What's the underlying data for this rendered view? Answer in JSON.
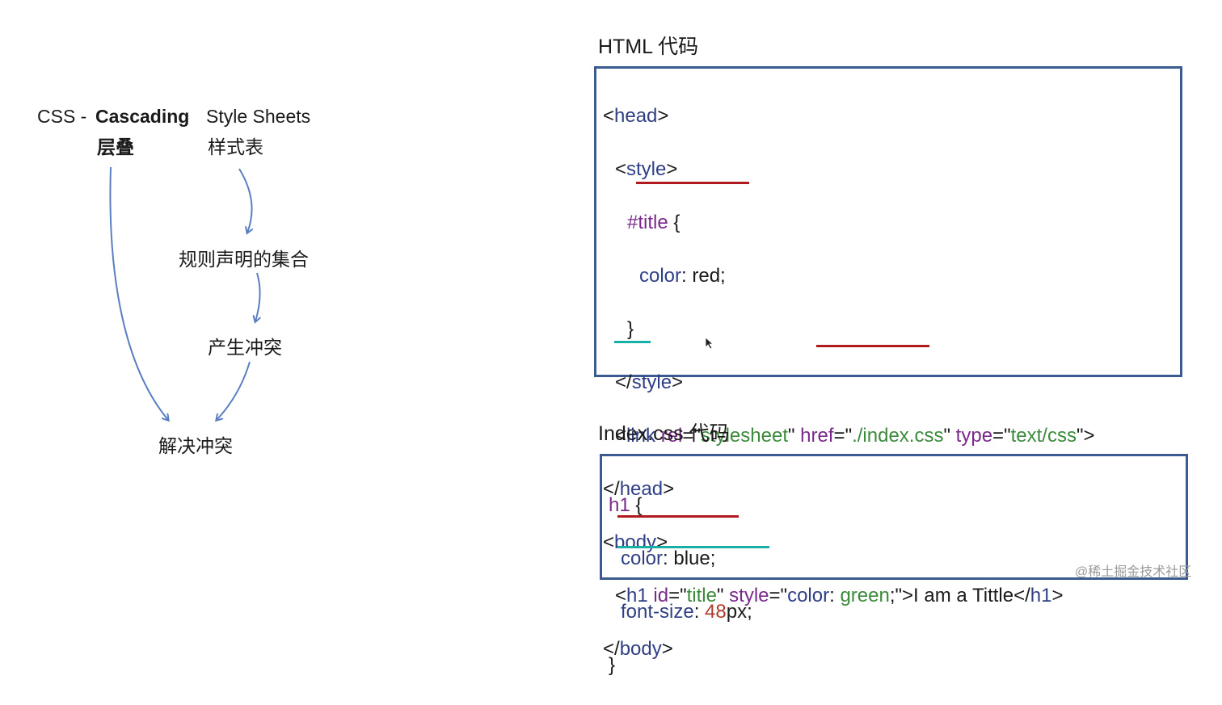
{
  "diagram": {
    "css_prefix": "CSS -",
    "cascading": "Cascading",
    "cascading_cn": "层叠",
    "style_sheets": "Style Sheets",
    "style_sheets_cn": "样式表",
    "rules_collection": "规则声明的集合",
    "produce_conflict": "产生冲突",
    "resolve_conflict": "解决冲突"
  },
  "html_code": {
    "heading": "HTML 代码",
    "lines": {
      "l1_open": "<",
      "l1_tag": "head",
      "l1_close": ">",
      "l2_open": "<",
      "l2_tag": "style",
      "l2_close": ">",
      "l3_sel": "#title",
      "l3_brace": " {",
      "l4_prop": "color",
      "l4_val": ": red;",
      "l5": "}",
      "l6_open": "</",
      "l6_tag": "style",
      "l6_close": ">",
      "l7_open": "<",
      "l7_tag": "link",
      "l7_a1": " rel",
      "l7_eq1": "=\"",
      "l7_v1": "stylesheet",
      "l7_q1": "\"",
      "l7_a2": " href",
      "l7_eq2": "=\"",
      "l7_v2": "./index.css",
      "l7_q2": "\"",
      "l7_a3": " type",
      "l7_eq3": "=\"",
      "l7_v3": "text/css",
      "l7_end": "\">",
      "l8_open": "</",
      "l8_tag": "head",
      "l8_close": ">",
      "l9_open": "<",
      "l9_tag": "body",
      "l9_close": ">",
      "l10_open": "<",
      "l10_tag": "h1",
      "l10_a1": " id",
      "l10_eq1": "=\"",
      "l10_v1": "title",
      "l10_q1": "\"",
      "l10_a2": " style",
      "l10_eq2": "=\"",
      "l10_prop": "color",
      "l10_colon": ": ",
      "l10_val": "green",
      "l10_end": ";\">I am a Tittle</",
      "l10_ctag": "h1",
      "l10_cend": ">",
      "l11_open": "</",
      "l11_tag": "body",
      "l11_close": ">"
    }
  },
  "css_code": {
    "heading": "Index.css 代码",
    "l1_sel": "h1",
    "l1_brace": " {",
    "l2_prop": "color",
    "l2_val": ": blue;",
    "l3_prop": "font-size",
    "l3_colon": ": ",
    "l3_num": "48",
    "l3_unit": "px;",
    "l4": "}"
  },
  "watermark": "@稀土掘金技术社区",
  "colors": {
    "box_border": "#3b5a91",
    "arrow": "#5a7fc0",
    "underline_red": "#b0191e",
    "underline_teal": "#17b0a8"
  }
}
